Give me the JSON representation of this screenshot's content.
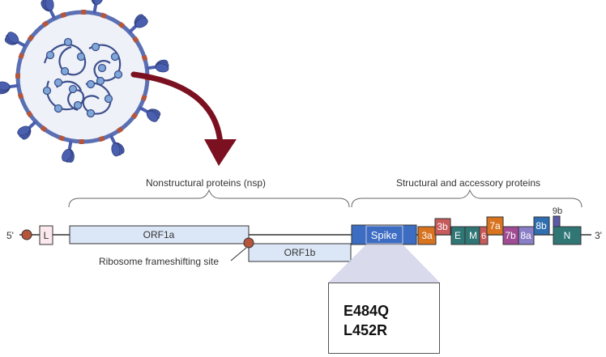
{
  "diagram": {
    "five_prime": "5'",
    "three_prime": "3'",
    "leader": "L",
    "nsp_header": "Nonstructural proteins (nsp)",
    "structural_header": "Structural and accessory proteins",
    "orf1a": "ORF1a",
    "orf1b": "ORF1b",
    "frameshift_label": "Ribosome frameshifting site",
    "spike": "Spike",
    "genes": {
      "g3a": "3a",
      "g3b": "3b",
      "E": "E",
      "M": "M",
      "g6": "6",
      "g7a": "7a",
      "g7b": "7b",
      "g8a": "8a",
      "g8b": "8b",
      "g9b": "9b",
      "N": "N"
    },
    "mutations": [
      "E484Q",
      "L452R"
    ]
  },
  "colors": {
    "virus_body": "#5b6fb3",
    "spike_protein": "#4b5fb0",
    "arrow": "#7a1020",
    "orf_fill": "#dbe6f6",
    "spike_box": "#3d6cc3",
    "orange": "#d8731f",
    "salmon": "#c75a5a",
    "teal": "#2f7675",
    "magenta": "#a04b93",
    "lavender": "#8a7ec7",
    "blue": "#2f6eb0",
    "purple": "#5c5aa8",
    "node": "#b5563a"
  }
}
